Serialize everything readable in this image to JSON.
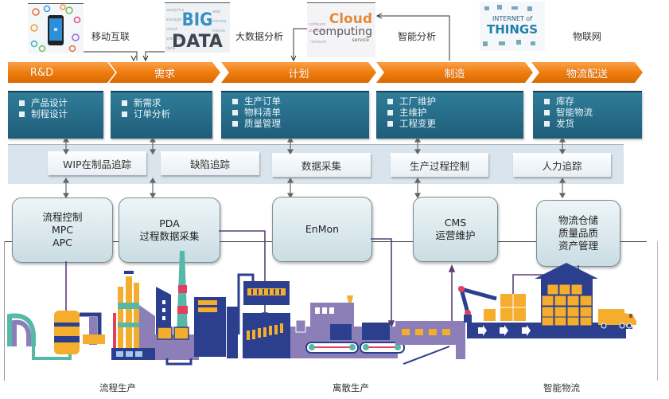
{
  "tech_row": [
    {
      "id": "mobile",
      "label": "移动互联",
      "image_icon": "mobile-phone-apps-icon"
    },
    {
      "id": "bigdata",
      "label": "大数据分析",
      "image_icon": "big-data-wordcloud-icon",
      "image_text_1": "BIG",
      "image_text_2": "DATA"
    },
    {
      "id": "cloud",
      "label": "智能分析",
      "image_icon": "cloud-computing-wordcloud-icon",
      "image_text_1": "Cloud",
      "image_text_2": "computing",
      "image_text_3": "service"
    },
    {
      "id": "iot",
      "label": "物联网",
      "image_icon": "internet-of-things-icon",
      "image_text_1": "INTERNET of",
      "image_text_2": "THINGS"
    }
  ],
  "stages": [
    {
      "label": "R&D"
    },
    {
      "label": "需求"
    },
    {
      "label": "计划"
    },
    {
      "label": "制造"
    },
    {
      "label": "物流配送"
    }
  ],
  "stage_details": [
    {
      "items": [
        "产品设计",
        "制程设计"
      ]
    },
    {
      "items": [
        "新需求",
        "订单分析"
      ]
    },
    {
      "items": [
        "生产订单",
        "物料清单",
        "质量管理"
      ]
    },
    {
      "items": [
        "工厂维护",
        "主维护",
        "工程变更"
      ]
    },
    {
      "items": [
        "库存",
        "智能物流",
        "发货"
      ]
    }
  ],
  "mes_functions": [
    {
      "label": "WIP在制品追踪"
    },
    {
      "label": "缺陷追踪"
    },
    {
      "label": "数据采集"
    },
    {
      "label": "生产过程控制"
    },
    {
      "label": "人力追踪"
    }
  ],
  "control_systems": [
    {
      "lines": [
        "流程控制",
        "MPC",
        "APC"
      ]
    },
    {
      "lines": [
        "PDA",
        "过程数据采集"
      ]
    },
    {
      "lines": [
        "EnMon"
      ]
    },
    {
      "lines": [
        "CMS",
        "运营维护"
      ]
    },
    {
      "lines": [
        "物流仓储",
        "质量品质",
        "资产管理"
      ]
    }
  ],
  "sections": [
    {
      "label": "流程生产"
    },
    {
      "label": "离散生产"
    },
    {
      "label": "智能物流"
    }
  ],
  "colors": {
    "orange": "#f07d0e",
    "blue_box": "#256c88",
    "band": "#d9e4ec",
    "purple": "#8c7fb8",
    "navy": "#2c3f8f",
    "yellow": "#f4ad2c",
    "teal": "#56b9a7",
    "pink": "#e0405e"
  }
}
